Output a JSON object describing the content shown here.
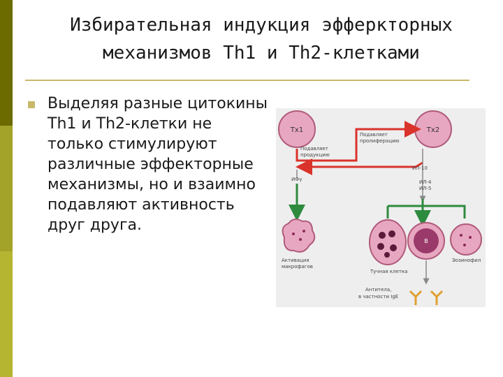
{
  "slide": {
    "title_line1": "Избирательная индукция эфферкторных",
    "title_line2": "механизмов Th1 и Th2-клетками",
    "body": "Выделяя разные цитокины Th1 и Th2-клетки не только стимулируют различные эффекторные механизмы, но и взаимно подавляют активность друг друга."
  },
  "colors": {
    "sidebar_dark": "#6b6b00",
    "sidebar_light": "#a3a32a",
    "accent": "#c9b86a",
    "red_arrow": "#d9332b",
    "green_arrow": "#2e8b3e",
    "cell_fill": "#e8a7c0"
  },
  "diagram": {
    "th1": "Тх1",
    "th2": "Тх2",
    "suppress_production": [
      "Подавляет",
      "продукцию"
    ],
    "suppress_proliferation": [
      "Подавляет",
      "пролиферацию"
    ],
    "il10": "ИЛ-10",
    "ifn": "ИФγ",
    "il4": "ИЛ-4",
    "il5": "ИЛ-5",
    "macrophage_activation": [
      "Активация",
      "макрофагов"
    ],
    "mast_cell": "Тучная клетка",
    "b_cell": "В",
    "eosinophil": "Эозинофил",
    "antibodies": [
      "Антитела,",
      "в частности IgE"
    ]
  }
}
